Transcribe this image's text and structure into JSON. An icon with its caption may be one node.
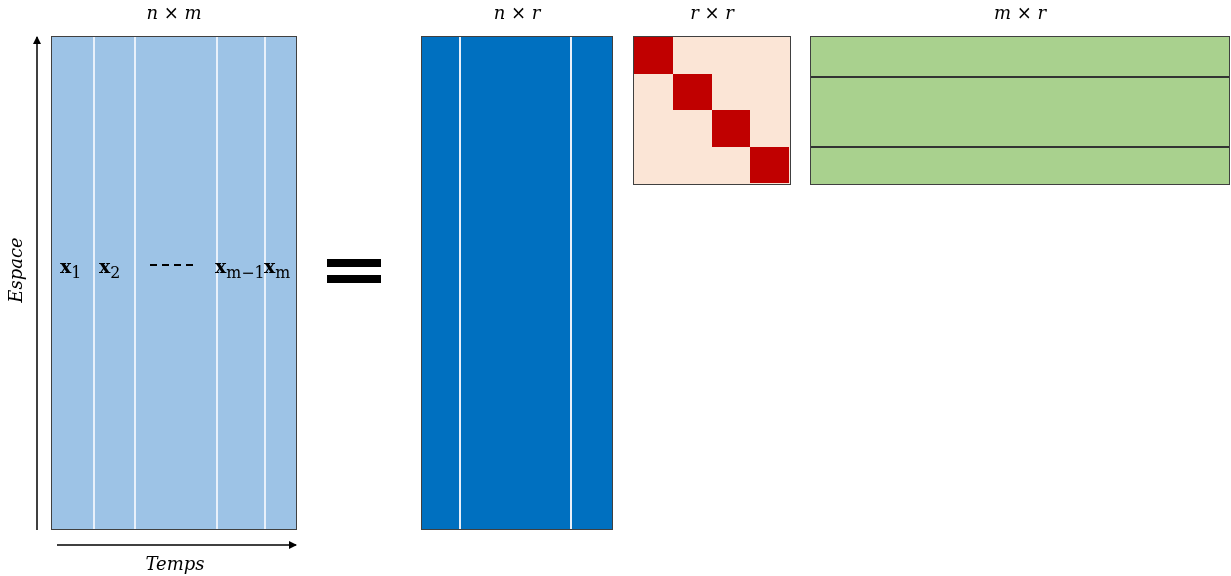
{
  "diagram": {
    "nodes": [
      {
        "text": [
          "*n* × *m*"
        ]
      },
      {
        "text": [
          "*n* × *r*"
        ]
      },
      {
        "text": [
          "*r* × *r*"
        ]
      },
      {
        "text": [
          "*m* × *r*"
        ]
      }
    ],
    "labels": [
      "Espace",
      "**x**$_{1}$",
      "**x**$_{2}$",
      "**x**$_{m−1}$",
      "**x**$_{m}$",
      "Temps"
    ]
  }
}
